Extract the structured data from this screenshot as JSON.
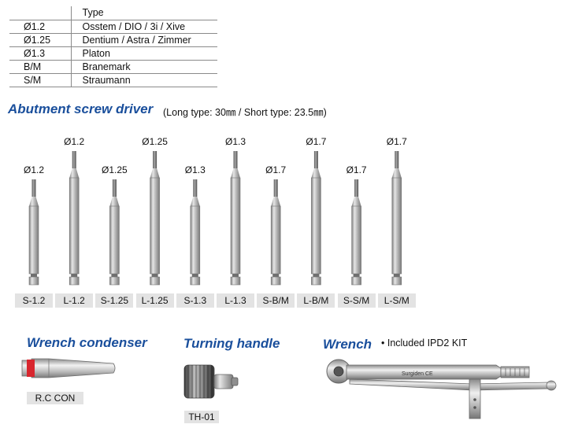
{
  "compat_table": {
    "header": [
      "",
      "Type"
    ],
    "rows": [
      [
        "Ø1.2",
        "Osstem / DIO / 3i / Xive"
      ],
      [
        "Ø1.25",
        "Dentium / Astra / Zimmer"
      ],
      [
        "Ø1.3",
        "Platon"
      ],
      [
        "B/M",
        "Branemark"
      ],
      [
        "S/M",
        "Straumann"
      ]
    ]
  },
  "abutment": {
    "title": "Abutment screw driver",
    "note": "(Long type: 30㎜ / Short type: 23.5㎜)",
    "drivers": [
      {
        "diameter": "Ø1.2",
        "code": "S-1.2",
        "long": false
      },
      {
        "diameter": "Ø1.2",
        "code": "L-1.2",
        "long": true
      },
      {
        "diameter": "Ø1.25",
        "code": "S-1.25",
        "long": false
      },
      {
        "diameter": "Ø1.25",
        "code": "L-1.25",
        "long": true
      },
      {
        "diameter": "Ø1.3",
        "code": "S-1.3",
        "long": false
      },
      {
        "diameter": "Ø1.3",
        "code": "L-1.3",
        "long": true
      },
      {
        "diameter": "Ø1.7",
        "code": "S-B/M",
        "long": false
      },
      {
        "diameter": "Ø1.7",
        "code": "L-B/M",
        "long": true
      },
      {
        "diameter": "Ø1.7",
        "code": "S-S/M",
        "long": false
      },
      {
        "diameter": "Ø1.7",
        "code": "L-S/M",
        "long": true
      }
    ]
  },
  "wrench_condenser": {
    "title": "Wrench condenser",
    "code": "R.C CON",
    "band_color": "#d8262e"
  },
  "turning_handle": {
    "title": "Turning handle",
    "code": "TH-01"
  },
  "wrench": {
    "title": "Wrench",
    "note": "• Included IPD2 KIT",
    "engraving": "Surgiden CE"
  },
  "colors": {
    "title": "#1a4f9c",
    "label_bg": "#e3e3e3",
    "steel": "#b5b5b5"
  }
}
